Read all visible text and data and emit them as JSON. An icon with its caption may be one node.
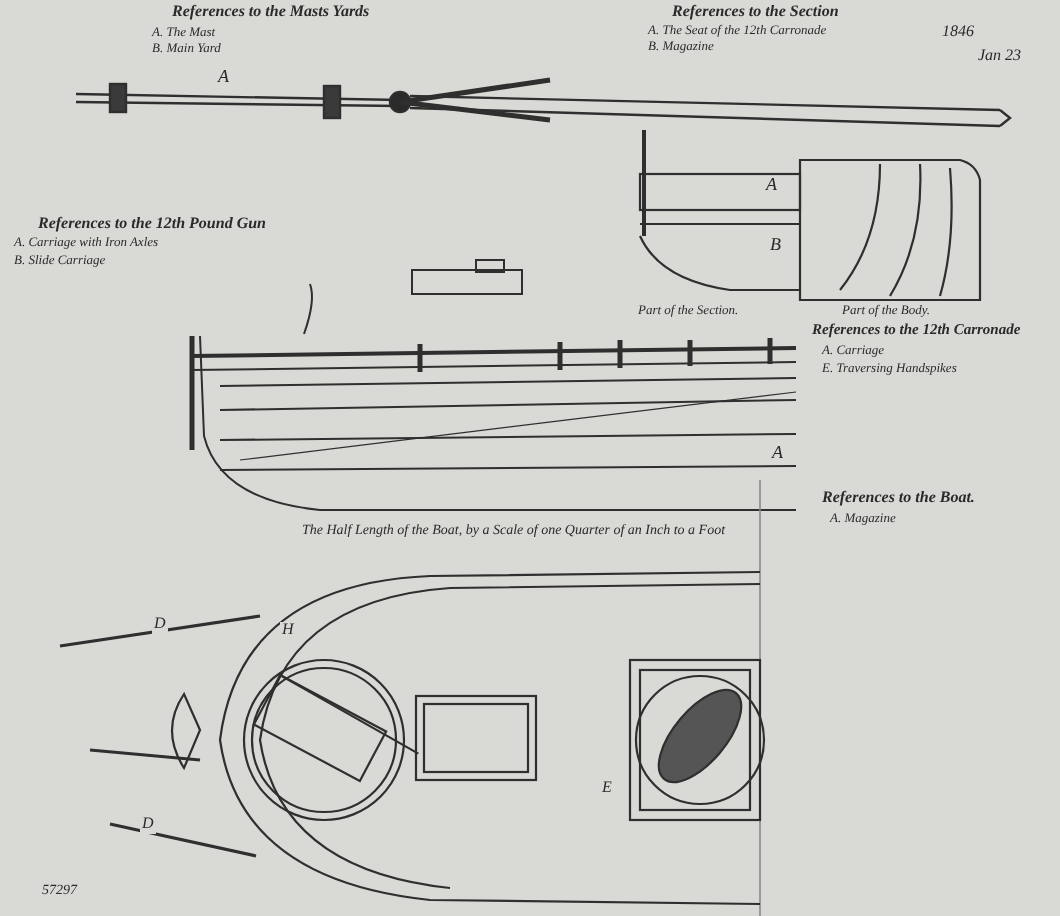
{
  "diagram": {
    "labels": [
      "References to the Masts Yards",
      "A. The Mast",
      "B. Main Yard",
      "References to the Section",
      "A. The Seat of the 12th Carronade",
      "B. Magazine",
      "1846",
      "Jan 23",
      "A",
      "A",
      "B",
      "References to the 12th Pound Gun",
      "A. Carriage with Iron Axles",
      "B. Slide Carriage",
      "Part of the Section.",
      "Part of the Body.",
      "References to the 12th Carronade",
      "A. Carriage",
      "E. Traversing Handspikes",
      "A",
      "The Half Length of the Boat, by a Scale of one Quarter of an Inch to a Foot",
      "References to the Boat.",
      "A. Magazine",
      "D",
      "H",
      "E",
      "D",
      "57297"
    ]
  }
}
